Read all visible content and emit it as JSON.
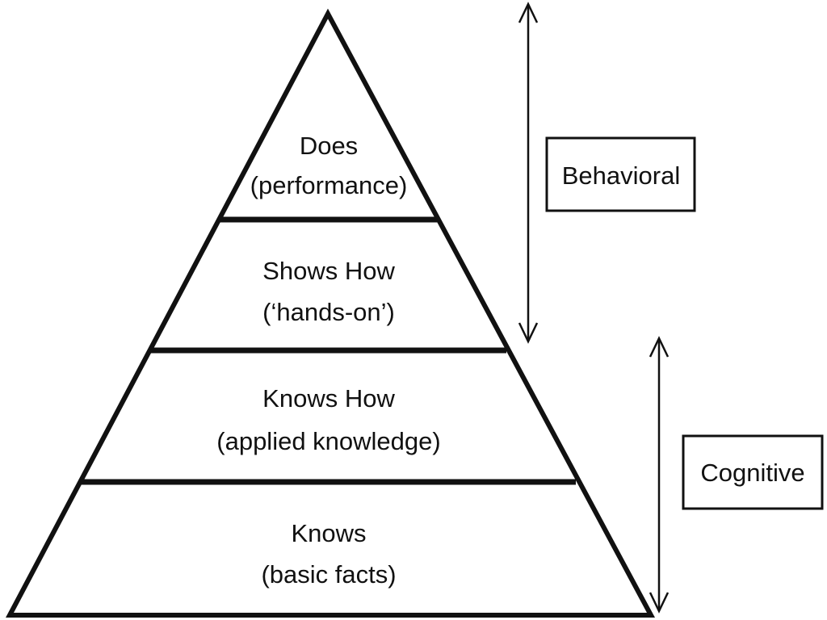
{
  "pyramid": {
    "levels": [
      {
        "title": "Does",
        "subtitle": "(performance)"
      },
      {
        "title": "Shows How",
        "subtitle": "(‘hands-on’)"
      },
      {
        "title": "Knows How",
        "subtitle": "(applied knowledge)"
      },
      {
        "title": "Knows",
        "subtitle": "(basic facts)"
      }
    ]
  },
  "categories": {
    "behavioral": {
      "label": "Behavioral"
    },
    "cognitive": {
      "label": "Cognitive"
    }
  },
  "colors": {
    "line": "#111111",
    "background": "#ffffff"
  }
}
